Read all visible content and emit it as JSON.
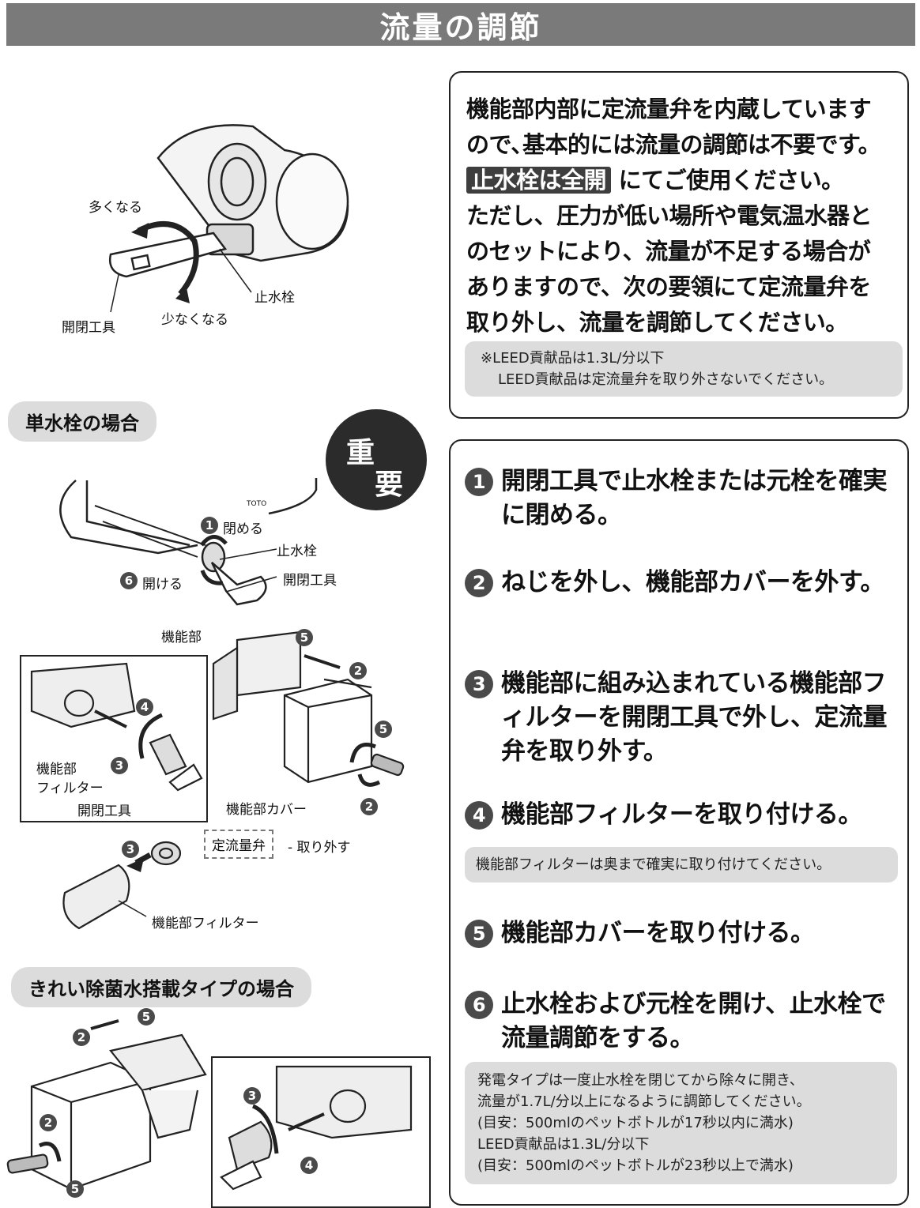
{
  "title": "流量の調節",
  "intro": {
    "line1": "機能部内部に定流量弁を内蔵しています",
    "line2": "ので､基本的には流量の調節は不要です。",
    "highlight": "止水栓は全開",
    "line3_rest": "にてご使用ください。",
    "line4": "ただし、圧力が低い場所や電気温水器と",
    "line5": "のセットにより、流量が不足する場合が",
    "line6": "ありますので、次の要領にて定流量弁を",
    "line7": "取り外し、流量を調節してください。",
    "note_line1": "※LEED貢献品は1.3L/分以下",
    "note_line2": "LEED貢献品は定流量弁を取り外さないでください。"
  },
  "steps": [
    {
      "num": "1",
      "text": "開閉工具で止水栓または元栓を確実に閉める。"
    },
    {
      "num": "2",
      "text": "ねじを外し、機能部カバーを外す。"
    },
    {
      "num": "3",
      "text": "機能部に組み込まれている機能部フィルターを開閉工具で外し、定流量弁を取り外す。"
    },
    {
      "num": "4",
      "text": "機能部フィルターを取り付ける。"
    },
    {
      "num": "5",
      "text": "機能部カバーを取り付ける。"
    },
    {
      "num": "6",
      "text": "止水栓および元栓を開け、止水栓で流量調節をする。"
    }
  ],
  "step4_note": "機能部フィルターは奥まで確実に取り付けてください。",
  "step6_note": {
    "l1": "発電タイプは一度止水栓を閉じてから除々に開き、",
    "l2": "流量が1.7L/分以上になるように調節してください。",
    "l3": "(目安：500mlのペットボトルが17秒以内に満水)",
    "l4": "LEED貢献品は1.3L/分以下",
    "l5": "(目安：500mlのペットボトルが23秒以上で満水)"
  },
  "section_single": "単水栓の場合",
  "section_clean": "きれい除菌水搭載タイプの場合",
  "badge": {
    "c1": "重",
    "c2": "要"
  },
  "labels": {
    "more": "多くなる",
    "less": "少なくなる",
    "stop_valve": "止水栓",
    "tool": "開閉工具",
    "close": "閉める",
    "open": "開ける",
    "function_unit": "機能部",
    "filter": "機能部\nフィルター",
    "cover": "機能部カバー",
    "flow_valve": "定流量弁",
    "remove": "取り外す",
    "filter2": "機能部フィルター",
    "brand": "TOTO"
  }
}
